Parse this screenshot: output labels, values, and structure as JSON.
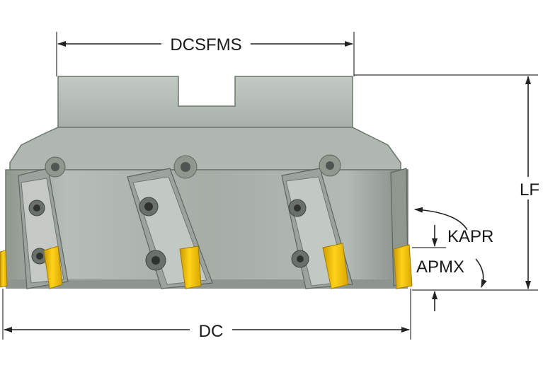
{
  "diagram": {
    "labels": {
      "dcsfms": "DCSFMS",
      "lf": "LF",
      "kapr": "KAPR",
      "apmx": "APMX",
      "dc": "DC"
    },
    "colors": {
      "body_light": "#b9bfb9",
      "body_mid": "#9aa29b",
      "body_dark": "#6e766f",
      "insert_yellow": "#f2c200",
      "insert_dark": "#c99a00",
      "screw": "#5c5c5c",
      "line": "#222222"
    }
  }
}
